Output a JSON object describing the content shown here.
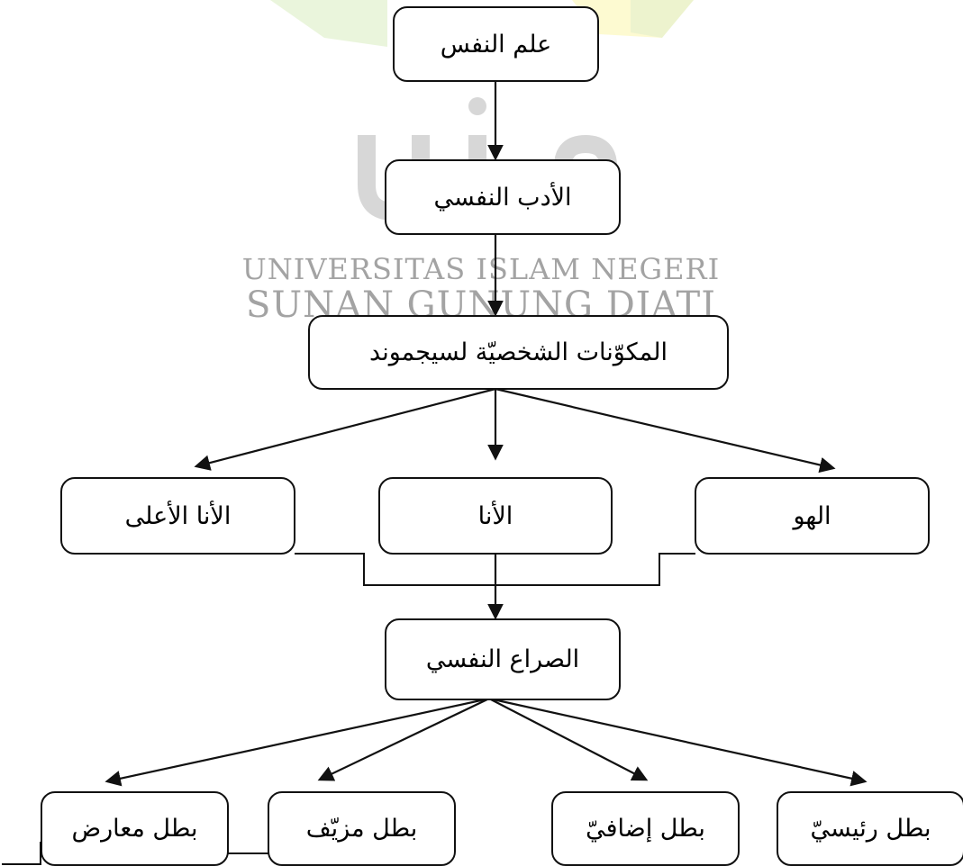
{
  "watermark": {
    "line1": "UNIVERSITAS ISLAM NEGERI",
    "line2": "SUNAN GUNUNG DJATI",
    "colors": {
      "green": "#8dc63f",
      "yellow": "#f2e400",
      "teal": "#7cc4c0",
      "gray": "#d7d7d7"
    }
  },
  "diagram": {
    "nodes": {
      "psychology": "علم النفس",
      "psych_literature": "الأدب النفسي",
      "personality_components": "المكوّنات الشخصيّة لسيجموند",
      "superego": "الأنا الأعلى",
      "ego": "الأنا",
      "id": "الهو",
      "psych_conflict": "الصراع النفسي",
      "antagonist": "بطل معارض",
      "false_hero": "بطل مزيّف",
      "supporting_hero": "بطل إضافيّ",
      "main_hero": "بطل رئيسيّ"
    },
    "colors": {
      "line": "#111111",
      "box_border": "#111111"
    }
  }
}
